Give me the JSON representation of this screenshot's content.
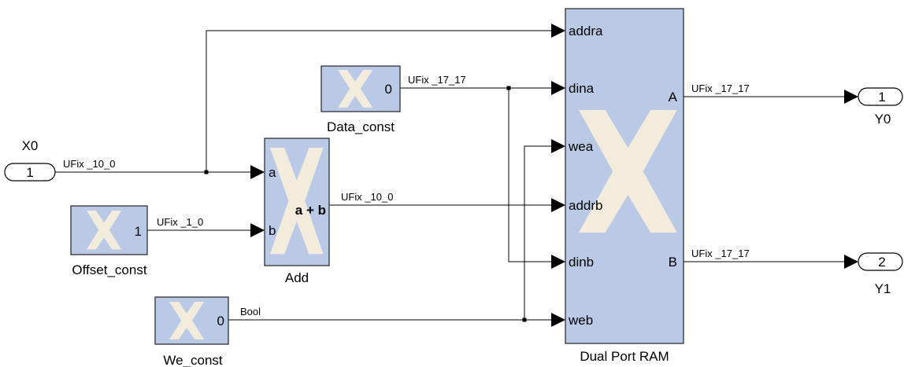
{
  "blocks": {
    "dual_port_ram": {
      "name": "Dual Port RAM",
      "ports_in": [
        "addra",
        "dina",
        "wea",
        "addrb",
        "dinb",
        "web"
      ],
      "ports_out": [
        "A",
        "B"
      ]
    },
    "add": {
      "name": "Add",
      "op": "a + b",
      "port_a": "a",
      "port_b": "b"
    },
    "data_const": {
      "name": "Data_const",
      "value": "0"
    },
    "offset_const": {
      "name": "Offset_const",
      "value": "1"
    },
    "we_const": {
      "name": "We_const",
      "value": "0"
    },
    "x0": {
      "name": "X0",
      "number": "1"
    },
    "y0": {
      "name": "Y0",
      "number": "1"
    },
    "y1": {
      "name": "Y1",
      "number": "2"
    }
  },
  "signals": {
    "x0_out": "UFix _10_0",
    "data_out": "UFix _17_17",
    "offset_out": "UFix _1_0",
    "add_out": "UFix _10_0",
    "we_out": "Bool",
    "ram_a": "UFix _17_17",
    "ram_b": "UFix _17_17"
  }
}
